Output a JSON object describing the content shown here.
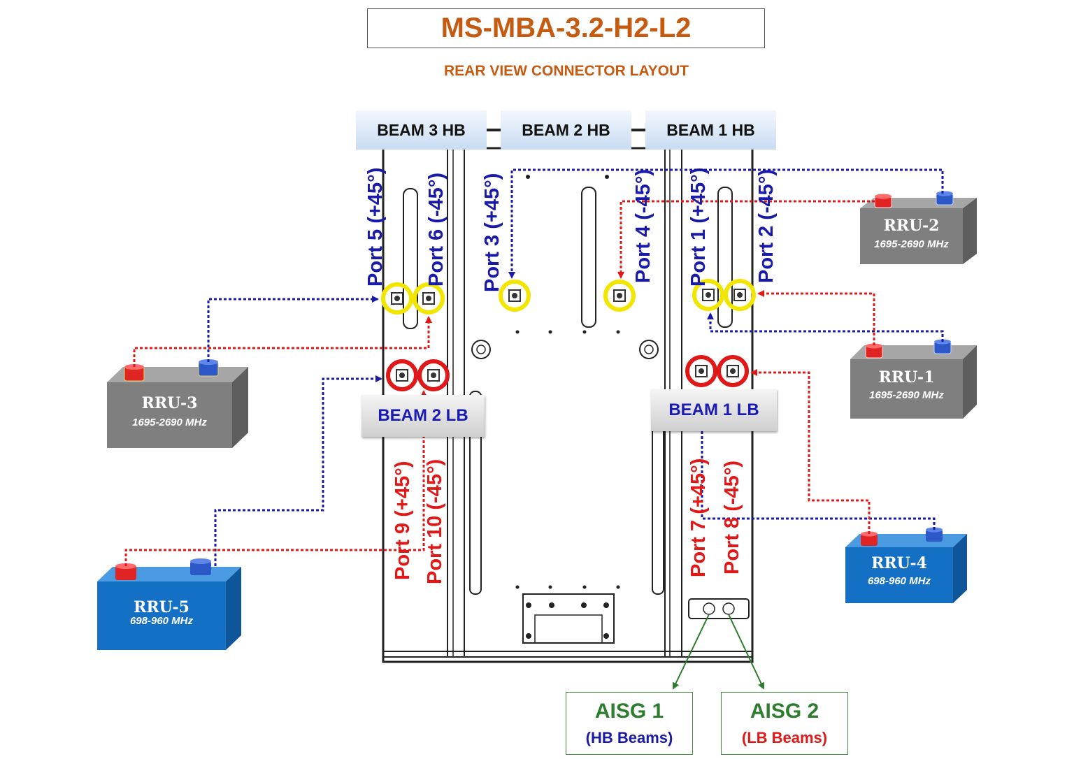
{
  "title": "MS-MBA-3.2-H2-L2",
  "subtitle": "REAR VIEW CONNECTOR LAYOUT",
  "beams_hb": [
    "BEAM 3 HB",
    "BEAM 2 HB",
    "BEAM 1 HB"
  ],
  "beams_lb": [
    "BEAM 2 LB",
    "BEAM 1 LB"
  ],
  "ports": {
    "p5": "Port 5 (+45°)",
    "p6": "Port 6 (-45°)",
    "p3": "Port 3 (+45°)",
    "p4": "Port 4 (-45°)",
    "p1": "Port 1 (+45°)",
    "p2": "Port 2 (-45°)",
    "p9": "Port 9 (+45°)",
    "p10": "Port 10 (-45°)",
    "p7": "Port 7 (+45°)",
    "p8": "Port 8 (-45°)"
  },
  "rrus": {
    "rru1": {
      "name": "RRU-1",
      "freq": "1695-2690 MHz"
    },
    "rru2": {
      "name": "RRU-2",
      "freq": "1695-2690 MHz"
    },
    "rru3": {
      "name": "RRU-3",
      "freq": "1695-2690 MHz"
    },
    "rru4": {
      "name": "RRU-4",
      "freq": "698-960 MHz"
    },
    "rru5": {
      "name": "RRU-5",
      "freq": "698-960 MHz"
    }
  },
  "aisg": [
    {
      "name": "AISG 1",
      "sub": "(HB Beams)"
    },
    {
      "name": "AISG 2",
      "sub": "(LB Beams)"
    }
  ],
  "colors": {
    "title": "#c55a11",
    "plus45_line": "#1a1aa8",
    "minus45_line": "#e01818",
    "hb_port_ring": "#f2e600",
    "lb_port_ring": "#e01818",
    "rru_hb_body": "#7f7f7f",
    "rru_lb_body": "#1470c4",
    "aisg": "#2e7d2e"
  }
}
